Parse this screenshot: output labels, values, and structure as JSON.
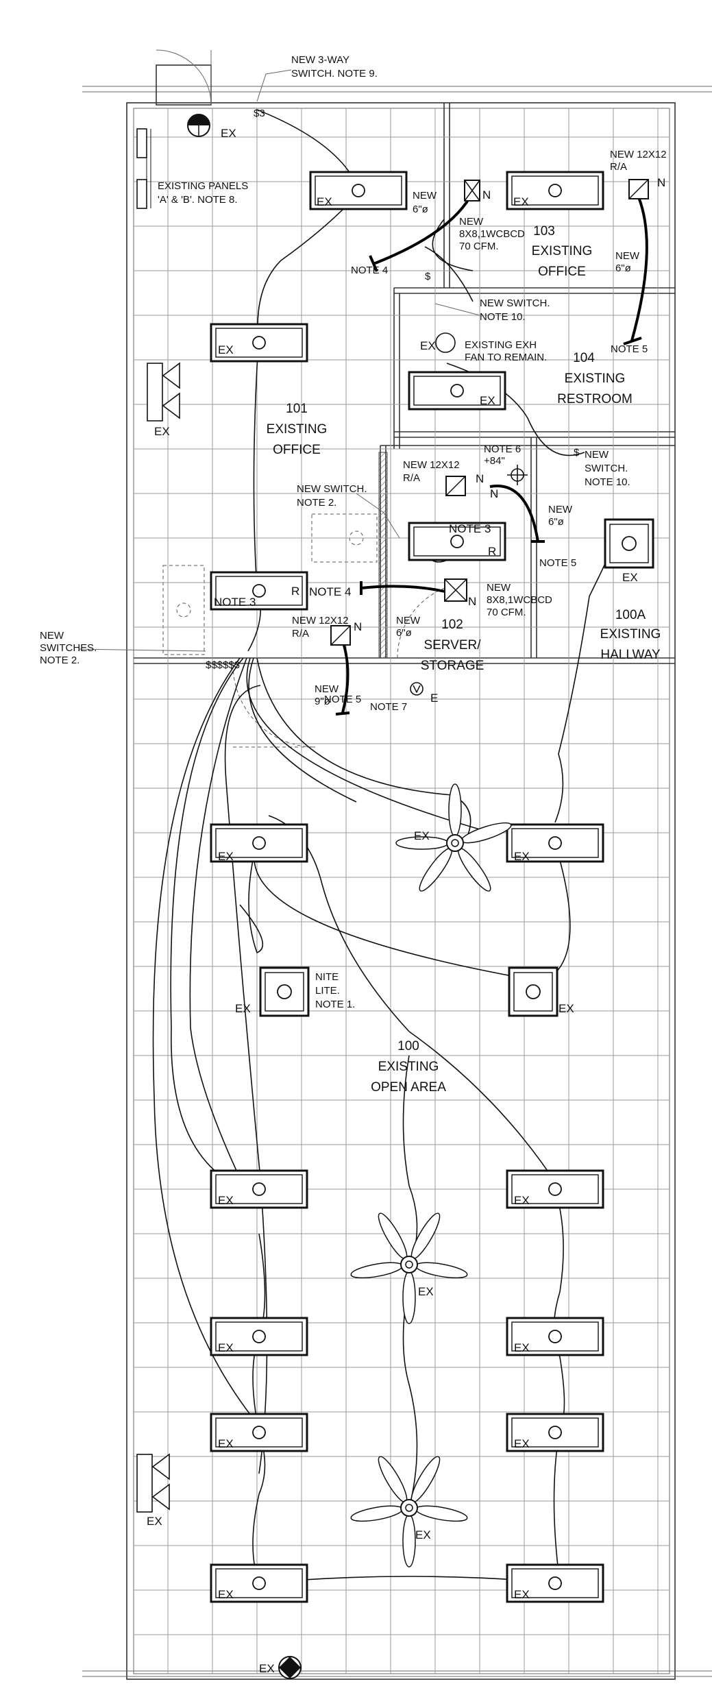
{
  "labels": {
    "ex": "EX",
    "r": "R",
    "n": "N",
    "e": "E",
    "switch_3way_symbol": "$3",
    "switch_symbol": "$",
    "switches_group": "$$$$$3",
    "note3": "NOTE 3",
    "note4": "NOTE 4",
    "note5": "NOTE 5",
    "note7": "NOTE 7",
    "new_3way_l1": "NEW 3-WAY",
    "new_3way_l2": "SWITCH. NOTE 9.",
    "panels_l1": "EXISTING PANELS",
    "panels_l2": "'A' & 'B'. NOTE 8.",
    "new": "NEW",
    "duct_6": "6\"ø",
    "duct_9": "9\"ø",
    "diff_8x8_l2": "8X8,1WCBCD",
    "diff_8x8_l3": "70 CFM.",
    "new_12x12": "NEW 12X12",
    "ra": "R/A",
    "new_switch": "NEW SWITCH.",
    "note10": "NOTE 10.",
    "note2": "NOTE 2.",
    "new_switch_alt": "NEW",
    "switch_word": "SWITCH.",
    "exh_fan_l1": "EXISTING EXH",
    "exh_fan_l2": "FAN TO REMAIN.",
    "note6_l1": "NOTE 6",
    "note6_l2": "+84\"",
    "new_switches_l1": "NEW",
    "new_switches_l2": "SWITCHES.",
    "nite_l1": "NITE",
    "nite_l2": "LITE.",
    "nite_l3": "NOTE 1."
  },
  "rooms": {
    "r101": {
      "number": "101",
      "name_l1": "EXISTING",
      "name_l2": "OFFICE"
    },
    "r103": {
      "number": "103",
      "name_l1": "EXISTING",
      "name_l2": "OFFICE"
    },
    "r104": {
      "number": "104",
      "name_l1": "EXISTING",
      "name_l2": "RESTROOM"
    },
    "r102": {
      "number": "102",
      "name_l1": "SERVER/",
      "name_l2": "STORAGE"
    },
    "r100a": {
      "number": "100A",
      "name_l1": "EXISTING",
      "name_l2": "HALLWAY"
    },
    "r100": {
      "number": "100",
      "name_l1": "EXISTING",
      "name_l2": "OPEN AREA"
    }
  }
}
